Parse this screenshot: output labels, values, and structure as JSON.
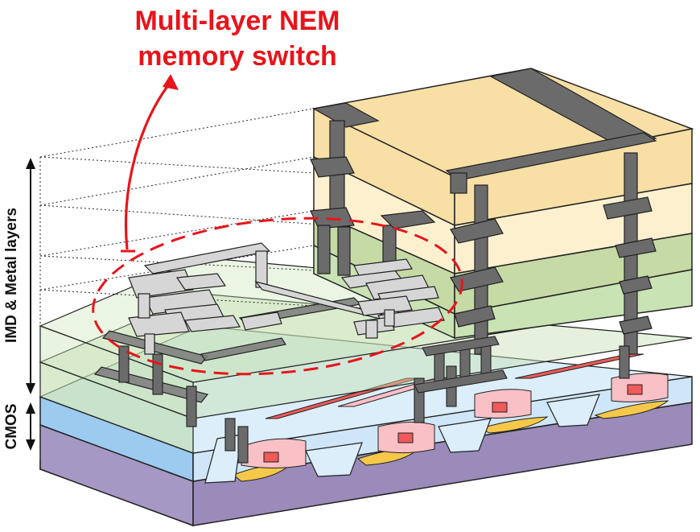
{
  "title": {
    "line1": "Multi-layer NEM",
    "line2": "memory switch"
  },
  "labels": {
    "imd_metal": "IMD & Metal layers",
    "cmos": "CMOS"
  },
  "colors": {
    "title_red": "#e8141b",
    "substrate": "#a698c4",
    "sti_blue": "#b9d9f3",
    "metal_gray": "#6b6b6b",
    "nem_gray": "#d6d6d6",
    "green_layer": "#c5e1b1",
    "yellow_layer": "#f7dfa5",
    "cream_layer": "#fdf0cf",
    "gate_red": "#f05a5a",
    "source_drain_pink": "#f9c0c6",
    "junction_yellow": "#f5c84a"
  }
}
